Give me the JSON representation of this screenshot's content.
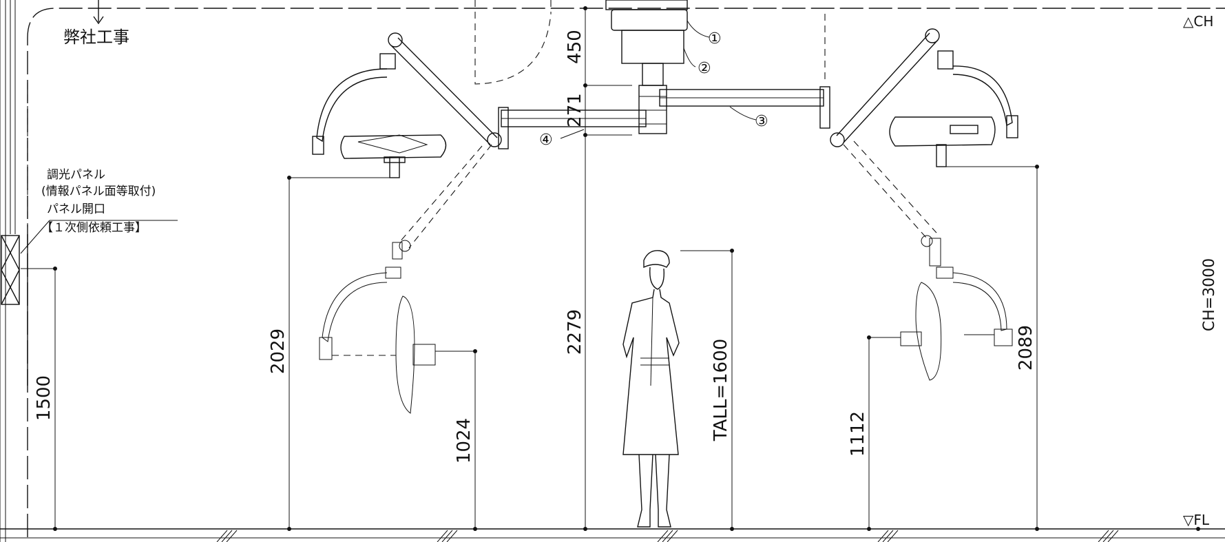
{
  "labels": {
    "company_work": "弊社工事",
    "panel_line1": "調光パネル",
    "panel_line2": "(情報パネル面等取付)",
    "panel_line3": "パネル開口",
    "panel_line4": "【１次側依頼工事】",
    "ceiling": "△CH",
    "floor": "▽FL",
    "ceiling_height": "CH=3000",
    "person_height": "TALL=1600"
  },
  "dimensions": {
    "d450": "450",
    "d271": "271",
    "d2279": "2279",
    "d2029": "2029",
    "d1024": "1024",
    "d1500": "1500",
    "d1112": "1112",
    "d2089": "2089"
  },
  "callouts": {
    "c1": "①",
    "c2": "②",
    "c3": "③",
    "c4": "④"
  }
}
